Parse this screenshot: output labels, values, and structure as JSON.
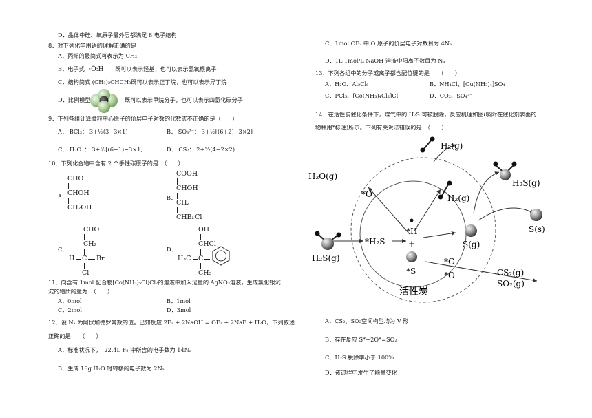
{
  "left": {
    "q7d": "D．晶体中硅、氧原子最外层都满足 8 电子结构",
    "q8": {
      "stem": "8．对下列化学用语的理解正确的是",
      "A": "A．丙烯的最简式可表示为 CH₂",
      "B_label": "B．电子式",
      "B_formula": "·Ö:H",
      "B_text": "既可以表示羟基，也可以表示氢氧根离子",
      "C": "C．结构简式 (CH₃)₂CHCH₃既可以表示正丁烷，也可以表示异丁烷",
      "D_label": "D．比例模型",
      "D_text": "既可以表示甲烷分子，也可以表示四氯化碳分子"
    },
    "q9": {
      "stem": "9．下列各组计算微粒中心原子的价层电子对数的代数式不正确的是（　　）",
      "A": "A． BCl₃： 3+½(3−3×1)",
      "B": "B． SO₃²⁻： 3+½[(6+2)−3×2]",
      "C": "C． H₃O⁺： 3+½[(6+1)−3×1]",
      "D": "D． CS₂： 2+½(4−2×2)"
    },
    "q10": {
      "stem": "10．下列化合物中含有 2 个手性碳原子的是　（　　）",
      "A_label": "A．",
      "A_lines": [
        "CHO",
        "CHOH",
        "CH₂OH"
      ],
      "B_label": "B．",
      "B_lines": [
        "COOH",
        "CHOH",
        "CH₂",
        "CHBrCl"
      ],
      "C_label": "C．",
      "C_top": "CHO",
      "C_mid1": "CH₂",
      "C_H": "H",
      "C_C": "C",
      "C_Br": "Br",
      "C_Cl": "Cl",
      "D_label": "D．",
      "D_top": "OH",
      "D_CHCl": "CHCl",
      "D_H3C": "H₃C",
      "D_C": "C",
      "D_CH3": "CH₃"
    },
    "q11": {
      "stem1": "11．向含有 1mol 配合物[Co(NH₃)₅Cl]Cl₂的溶液中加入足量的 AgNO₃溶液，生成氯化银沉",
      "stem2": "淀的物质的量为　（　　）",
      "A": "A．0mol",
      "B": "B．1mol",
      "C": "C．2mol",
      "D": "D．3mol"
    },
    "q12": {
      "stem1": "12．设 Nₐ 为阿伏加德罗常数的值。已知反应 2F₂ + 2NaOH = OF₂ + 2NaF + H₂O，下列叙述",
      "stem2": "正确的是　　（　　）",
      "A": "A．标准状况下，　22.4L F₂ 中所含的电子数为 14Nₐ",
      "B": "B．生成 18g H₂O 时转移的电子数为 2Nₐ"
    }
  },
  "right": {
    "q12C": "C．1mol OF₂ 中 O 原子的价层电子对数目为 4Nₐ",
    "q12D": "D．1L 1mol/L NaOH 溶液中阳离子数目为 Nₐ",
    "q13": {
      "stem": "13．下列各组中的分子或离子都含配位键的是　　（　　）",
      "A": "A．H₂O、Al₂Cl₆",
      "B": "B．NH₄Cl、[Cu(NH₃)₄]SO₄",
      "C": "C．PCl₅、[Co(NH₃)₄Cl₂]Cl",
      "D": "D．CO₂、SO₄²⁻"
    },
    "q14": {
      "stem1": "14．在活性炭催化条件下，煤气中的 H₂S 可被脱除，反应机理如图(吸附在催化剂表面的",
      "stem2": "物种用*标注)所示。下列有关说法错误的是　（　　）",
      "A": "A．CS₂、SO₂空间构型均为 V 形",
      "B": "B．存在反应 S*+2O*=SO₂",
      "C": "C．H₂S 脱除率小于 100%",
      "D": "D．该过程中发生了能量变化"
    },
    "diagram": {
      "H2g_top": "H₂(g)",
      "H2Og": "H₂O(g)",
      "O_star": "*O",
      "H2S_right": "H₂S(g)",
      "H2g_mid": "H₂(g)",
      "Ss": "S(s)",
      "Sg": "S(g)",
      "H2S_left": "H₂S(g)",
      "H2S_star": "*H₂S",
      "H_star": "*H",
      "plus": "+",
      "S_star": "*S",
      "C_star": "*C",
      "O_star2": "*O",
      "CS2g": "CS₂(g)",
      "SO2g": "SO₂(g)",
      "carbon_label": "活性炭"
    }
  }
}
